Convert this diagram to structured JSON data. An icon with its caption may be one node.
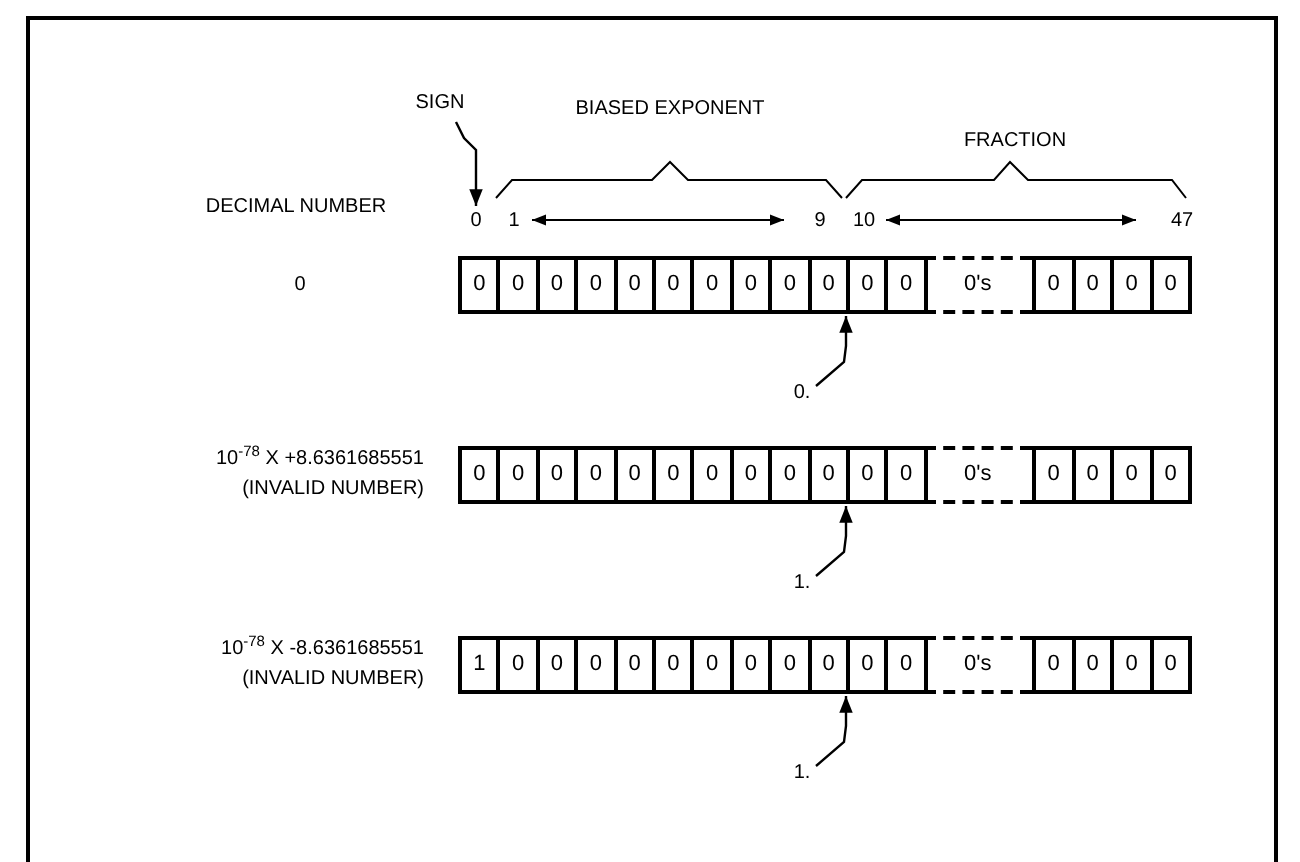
{
  "diagram": {
    "nodes": [
      {
        "text": [
          "SIGN"
        ]
      },
      {
        "text": [
          "0"
        ]
      },
      {
        "text": [
          "0",
          "0",
          "0",
          "0",
          "0",
          "0",
          "0",
          "0",
          "0",
          "0",
          "0",
          "0",
          "0's",
          "0",
          "0",
          "0",
          "0"
        ]
      },
      {
        "text": [
          "0."
        ]
      },
      {
        "text": [
          "0",
          "0",
          "0",
          "0",
          "0",
          "0",
          "0",
          "0",
          "0",
          "0",
          "0",
          "0",
          "0's",
          "0",
          "0",
          "0",
          "0"
        ]
      },
      {
        "text": [
          "1."
        ]
      },
      {
        "text": [
          "1",
          "0",
          "0",
          "0",
          "0",
          "0",
          "0",
          "0",
          "0",
          "0",
          "0",
          "0",
          "0's",
          "0",
          "0",
          "0",
          "0"
        ]
      },
      {
        "text": [
          "1."
        ]
      }
    ],
    "edges": [
      {
        "from": 0,
        "to": 1,
        "arrow": "to"
      },
      {
        "from": 3,
        "to": 2,
        "arrow": "to"
      },
      {
        "from": 5,
        "to": 4,
        "arrow": "to"
      },
      {
        "from": 7,
        "to": 6,
        "arrow": "to"
      }
    ],
    "labels": [
      "BIASED EXPONENT",
      "FRACTION",
      "DECIMAL NUMBER",
      "1",
      "9",
      "10",
      "47",
      "0",
      "10$^{-78}$ X +8.6361685551",
      "(INVALID NUMBER)",
      "10$^{-78}$ X -8.6361685551",
      "(INVALID NUMBER)"
    ]
  }
}
